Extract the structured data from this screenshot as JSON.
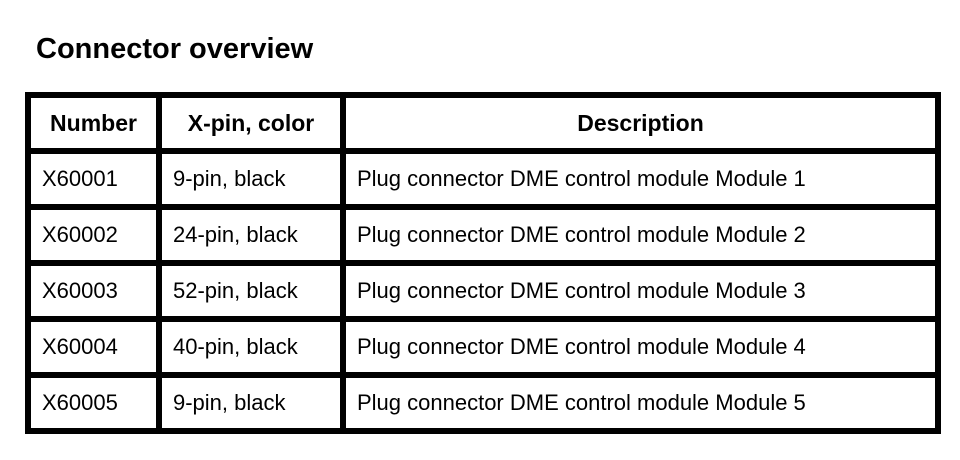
{
  "page": {
    "title": "Connector overview"
  },
  "colors": {
    "background": "#ffffff",
    "text": "#000000",
    "table_border": "#000000"
  },
  "table": {
    "headers": {
      "number": "Number",
      "pin_color": "X-pin, color",
      "description": "Description"
    },
    "rows": [
      {
        "number": "X60001",
        "pin_color": "9-pin, black",
        "description": "Plug connector DME control module Module 1"
      },
      {
        "number": "X60002",
        "pin_color": "24-pin, black",
        "description": "Plug connector DME control module Module 2"
      },
      {
        "number": "X60003",
        "pin_color": "52-pin, black",
        "description": "Plug connector DME control module Module 3"
      },
      {
        "number": "X60004",
        "pin_color": "40-pin, black",
        "description": "Plug connector DME control module Module 4"
      },
      {
        "number": "X60005",
        "pin_color": "9-pin, black",
        "description": "Plug connector DME control module Module 5"
      }
    ]
  }
}
